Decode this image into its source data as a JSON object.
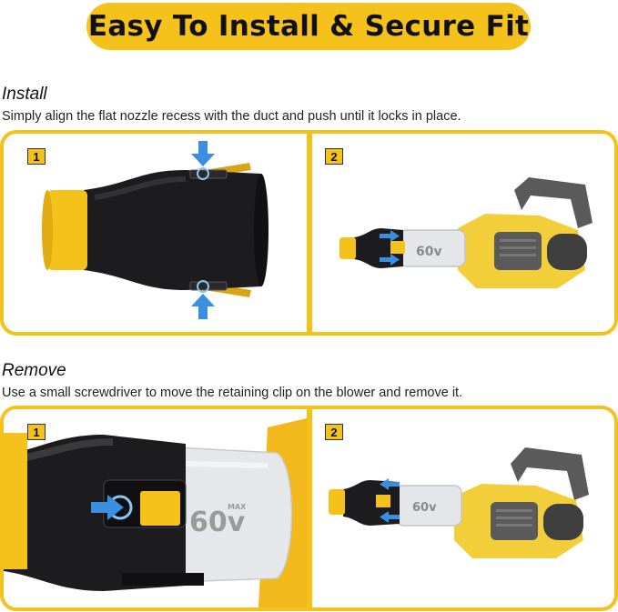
{
  "banner": {
    "title": "Easy To Install & Secure Fit"
  },
  "install": {
    "title": "Install",
    "description": "Simply align the flat nozzle recess with the duct and push until it locks in place.",
    "steps": [
      "1",
      "2"
    ]
  },
  "remove": {
    "title": "Remove",
    "description": "Use a small screwdriver to move the retaining clip on the blower and remove it.",
    "steps": [
      "1",
      "2"
    ]
  },
  "product": {
    "voltage_label": "60v",
    "max_label": "MAX"
  },
  "colors": {
    "accent": "#f5c21b",
    "nozzle": "#1c1c1e",
    "arrow": "#3a8fe0",
    "body": "#f2cf3a",
    "motor": "#5a5a5a"
  }
}
